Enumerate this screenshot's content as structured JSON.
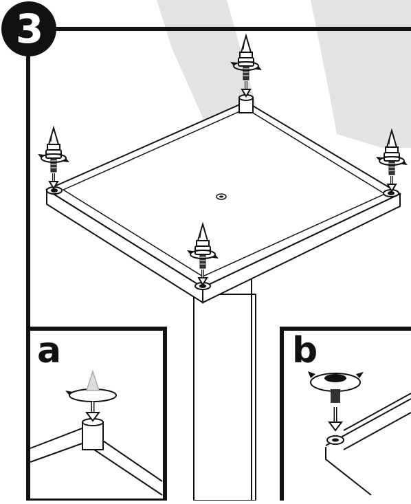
{
  "step": {
    "number": "3"
  },
  "insets": [
    {
      "letter": "a"
    },
    {
      "letter": "b"
    }
  ],
  "colors": {
    "ink": "#111111",
    "watermark": "#e3e3e3",
    "paper": "#ffffff"
  },
  "icons": [
    "spike-foot-icon",
    "rotate-arrow-icon",
    "down-arrow-icon",
    "round-foot-icon"
  ]
}
